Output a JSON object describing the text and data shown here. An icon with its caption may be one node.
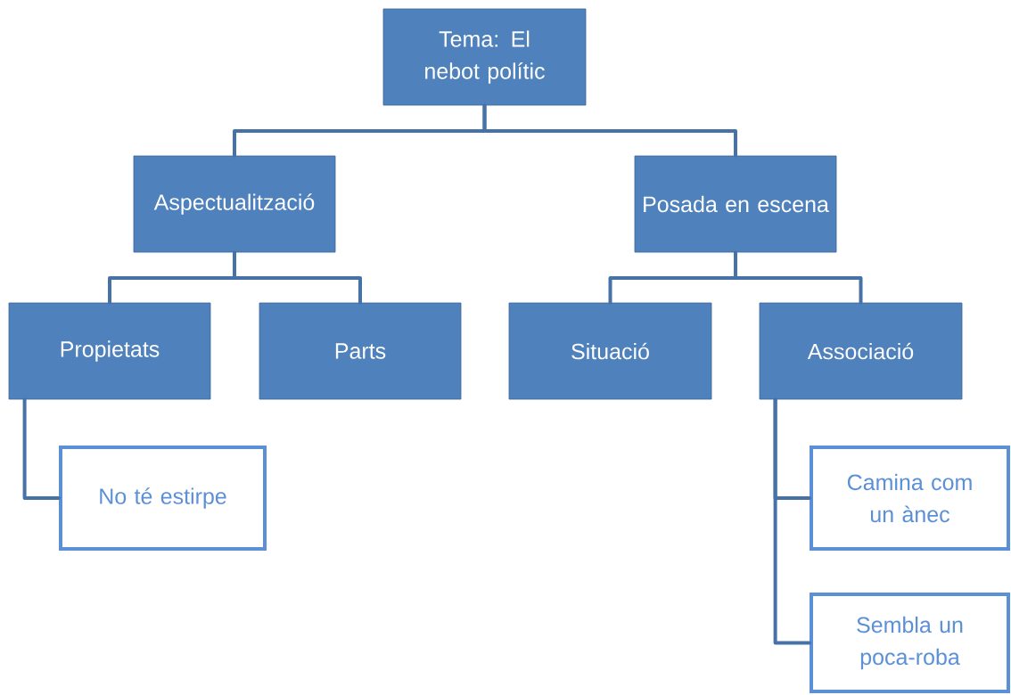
{
  "diagram": {
    "nodes": [
      {
        "text": [
          "Tema: El nebot polític"
        ]
      },
      {
        "text": [
          "Aspectualització"
        ]
      },
      {
        "text": [
          "Posada en escena"
        ]
      },
      {
        "text": [
          "Propietats"
        ]
      },
      {
        "text": [
          "Parts"
        ]
      },
      {
        "text": [
          "Situació"
        ]
      },
      {
        "text": [
          "Associació"
        ]
      },
      {
        "text": [
          "No té estirpe"
        ]
      },
      {
        "text": [
          "Camina com un ànec"
        ]
      },
      {
        "text": [
          "Sembla un poca-roba"
        ]
      }
    ],
    "edges": [
      {
        "from": 0,
        "to": 1,
        "arrow": "none"
      },
      {
        "from": 0,
        "to": 2,
        "arrow": "none"
      },
      {
        "from": 1,
        "to": 3,
        "arrow": "none"
      },
      {
        "from": 1,
        "to": 4,
        "arrow": "none"
      },
      {
        "from": 2,
        "to": 5,
        "arrow": "none"
      },
      {
        "from": 2,
        "to": 6,
        "arrow": "none"
      },
      {
        "from": 3,
        "to": 7,
        "arrow": "none"
      },
      {
        "from": 6,
        "to": 8,
        "arrow": "none"
      },
      {
        "from": 6,
        "to": 9,
        "arrow": "none"
      }
    ]
  }
}
